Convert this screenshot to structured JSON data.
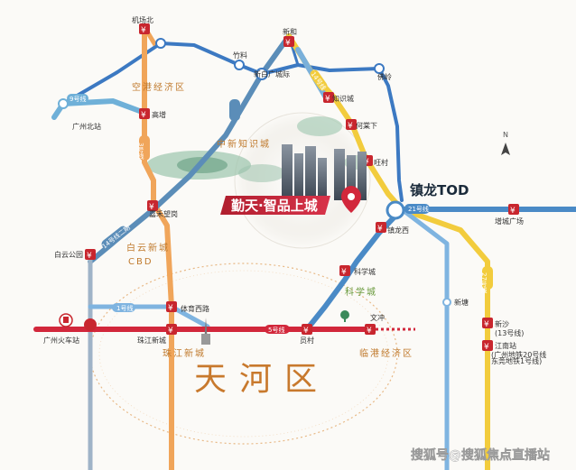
{
  "labels": {
    "jichangbei": "机场北",
    "xinhe": "新和",
    "zhulin": "竹料",
    "xinbaiyun_airport": "新白广城际",
    "foling": "佛岭",
    "gangbei": "广州北站",
    "gaozeng": "高增",
    "konggang": "空港经济区",
    "zhishicheng": "知识城",
    "hejiaxia": "何棠下",
    "wangcun": "旺村",
    "zhongxin": "中新知识城",
    "zhenlong_tod": "镇龙TOD",
    "zhenlongxi": "镇龙西",
    "zengcheng": "增城广场",
    "jiahewanggang": "嘉禾望岗",
    "project": "勤天·智品上城",
    "baiyunpark": "白云公园",
    "baiyun_newtown": "白云新城",
    "cbd": "CBD",
    "kexuecheng": "科学城",
    "kexuecheng_area": "科学城",
    "xintang": "新塘",
    "guangzhou_station": "广州火车站",
    "tiyuxilu": "体育西路",
    "zhujiang_newtown_stn": "珠江新城",
    "zhujiang_newtown_area": "珠江新城",
    "yuancun": "员村",
    "wenchong": "文冲",
    "lingang": "临港经济区",
    "xinsha": "新沙",
    "xinsha_sub": "(13号线)",
    "jiangnan": "江南站",
    "jiangnan_sub1": "(广州地铁20号线",
    "jiangnan_sub2": "东莞地铁1号线)",
    "tianhe": "天河区",
    "north": "N",
    "watermark": "搜狐号@搜狐焦点直播站"
  },
  "lines": {
    "l9": "9号线",
    "l3": "3号线",
    "l14": "14号线",
    "l14b": "14号线二期",
    "l21": "21号线",
    "l27": "27号线",
    "l1": "1号线",
    "l5": "5号线"
  },
  "colors": {
    "line3": "#f0a55a",
    "line14": "#5b8db8",
    "line21": "#4a8ac6",
    "line27": "#f2cc3d",
    "line5": "#d2273b",
    "line1": "#7fb4e0",
    "line9": "#6fb0d8",
    "intercity": "#3c79c2",
    "station": "#c8262e",
    "accent": "#c8792d"
  },
  "icons": [
    "metro-station-icon",
    "location-pin-icon",
    "railway-station-icon",
    "tower-icon",
    "north-arrow-icon",
    "tree-icon"
  ]
}
